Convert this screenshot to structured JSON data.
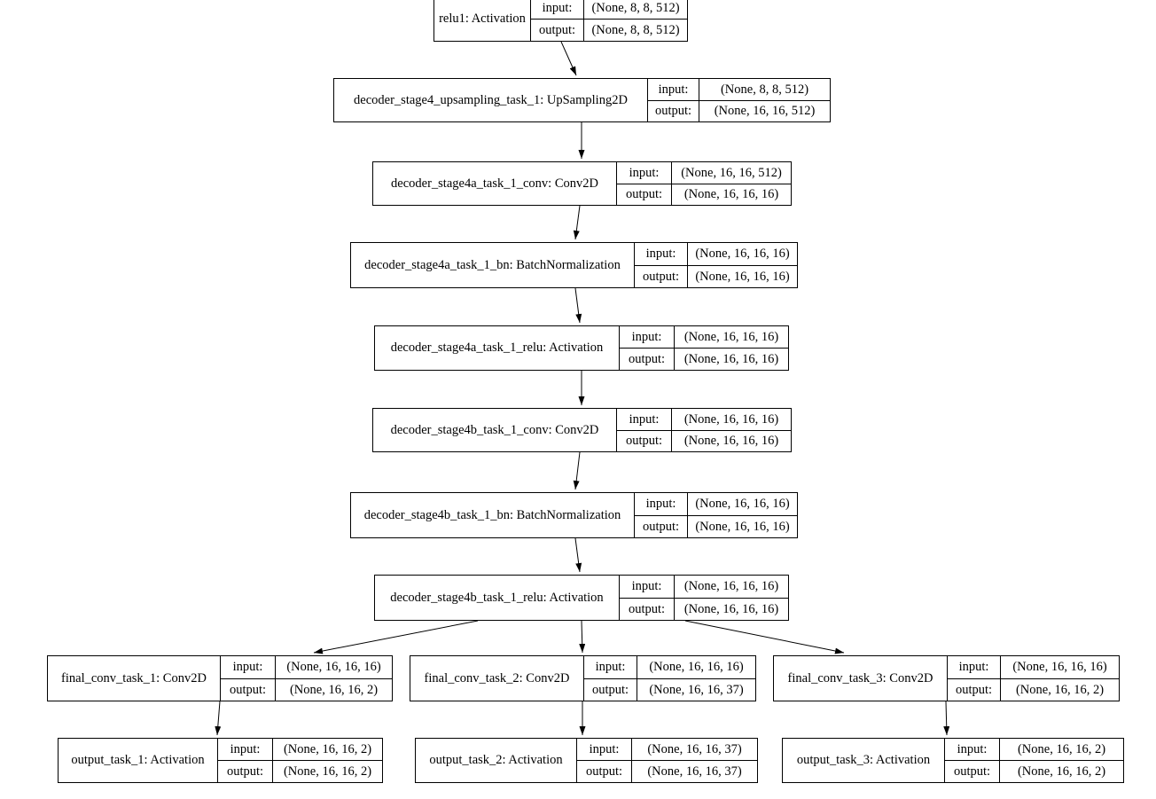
{
  "diagram": {
    "kind": "keras-model-architecture-graph",
    "row_labels": {
      "input": "input:",
      "output": "output:"
    },
    "colors": {
      "background": "#ffffff",
      "node_fill": "#ffffff",
      "node_border": "#000000",
      "edge": "#000000",
      "text": "#000000"
    },
    "nodes": [
      {
        "id": "relu1",
        "label": "relu1: Activation",
        "input_shape": "(None, 8, 8, 512)",
        "output_shape": "(None, 8, 8, 512)"
      },
      {
        "id": "decoder_stage4_upsampling_task_1",
        "label": "decoder_stage4_upsampling_task_1: UpSampling2D",
        "input_shape": "(None, 8, 8, 512)",
        "output_shape": "(None, 16, 16, 512)"
      },
      {
        "id": "decoder_stage4a_task_1_conv",
        "label": "decoder_stage4a_task_1_conv: Conv2D",
        "input_shape": "(None, 16, 16, 512)",
        "output_shape": "(None, 16, 16, 16)"
      },
      {
        "id": "decoder_stage4a_task_1_bn",
        "label": "decoder_stage4a_task_1_bn: BatchNormalization",
        "input_shape": "(None, 16, 16, 16)",
        "output_shape": "(None, 16, 16, 16)"
      },
      {
        "id": "decoder_stage4a_task_1_relu",
        "label": "decoder_stage4a_task_1_relu: Activation",
        "input_shape": "(None, 16, 16, 16)",
        "output_shape": "(None, 16, 16, 16)"
      },
      {
        "id": "decoder_stage4b_task_1_conv",
        "label": "decoder_stage4b_task_1_conv: Conv2D",
        "input_shape": "(None, 16, 16, 16)",
        "output_shape": "(None, 16, 16, 16)"
      },
      {
        "id": "decoder_stage4b_task_1_bn",
        "label": "decoder_stage4b_task_1_bn: BatchNormalization",
        "input_shape": "(None, 16, 16, 16)",
        "output_shape": "(None, 16, 16, 16)"
      },
      {
        "id": "decoder_stage4b_task_1_relu",
        "label": "decoder_stage4b_task_1_relu: Activation",
        "input_shape": "(None, 16, 16, 16)",
        "output_shape": "(None, 16, 16, 16)"
      },
      {
        "id": "final_conv_task_1",
        "label": "final_conv_task_1: Conv2D",
        "input_shape": "(None, 16, 16, 16)",
        "output_shape": "(None, 16, 16, 2)"
      },
      {
        "id": "final_conv_task_2",
        "label": "final_conv_task_2: Conv2D",
        "input_shape": "(None, 16, 16, 16)",
        "output_shape": "(None, 16, 16, 37)"
      },
      {
        "id": "final_conv_task_3",
        "label": "final_conv_task_3: Conv2D",
        "input_shape": "(None, 16, 16, 16)",
        "output_shape": "(None, 16, 16, 2)"
      },
      {
        "id": "output_task_1",
        "label": "output_task_1: Activation",
        "input_shape": "(None, 16, 16, 2)",
        "output_shape": "(None, 16, 16, 2)"
      },
      {
        "id": "output_task_2",
        "label": "output_task_2: Activation",
        "input_shape": "(None, 16, 16, 37)",
        "output_shape": "(None, 16, 16, 37)"
      },
      {
        "id": "output_task_3",
        "label": "output_task_3: Activation",
        "input_shape": "(None, 16, 16, 2)",
        "output_shape": "(None, 16, 16, 2)"
      }
    ],
    "edges": [
      {
        "from": "relu1",
        "to": "decoder_stage4_upsampling_task_1"
      },
      {
        "from": "decoder_stage4_upsampling_task_1",
        "to": "decoder_stage4a_task_1_conv"
      },
      {
        "from": "decoder_stage4a_task_1_conv",
        "to": "decoder_stage4a_task_1_bn"
      },
      {
        "from": "decoder_stage4a_task_1_bn",
        "to": "decoder_stage4a_task_1_relu"
      },
      {
        "from": "decoder_stage4a_task_1_relu",
        "to": "decoder_stage4b_task_1_conv"
      },
      {
        "from": "decoder_stage4b_task_1_conv",
        "to": "decoder_stage4b_task_1_bn"
      },
      {
        "from": "decoder_stage4b_task_1_bn",
        "to": "decoder_stage4b_task_1_relu"
      },
      {
        "from": "decoder_stage4b_task_1_relu",
        "to": "final_conv_task_1"
      },
      {
        "from": "decoder_stage4b_task_1_relu",
        "to": "final_conv_task_2"
      },
      {
        "from": "decoder_stage4b_task_1_relu",
        "to": "final_conv_task_3"
      },
      {
        "from": "final_conv_task_1",
        "to": "output_task_1"
      },
      {
        "from": "final_conv_task_2",
        "to": "output_task_2"
      },
      {
        "from": "final_conv_task_3",
        "to": "output_task_3"
      }
    ]
  }
}
